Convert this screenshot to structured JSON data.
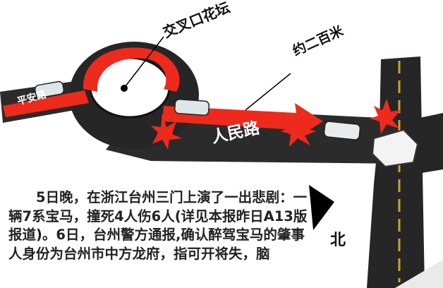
{
  "diagram": {
    "labels": {
      "intersection_flowerbed": "交叉口花坛",
      "distance": "约二百米",
      "pingan_road": "平安路",
      "renmin_road": "人民路",
      "north": "北"
    },
    "colors": {
      "road": "#2a2a2a",
      "route_arrow": "#ee2a1c",
      "lane_marking": "#c8a432",
      "background": "#ffffff"
    }
  },
  "article": {
    "text": "5日晚，在浙江台州三门上演了一出悲剧：一辆7系宝马，撞死4人伤6人(详见本报昨日A13版报道)。6日，台州警方通报,确认醉驾宝马的肇事人身份为台州市中方龙府，指可开将失，脑"
  }
}
